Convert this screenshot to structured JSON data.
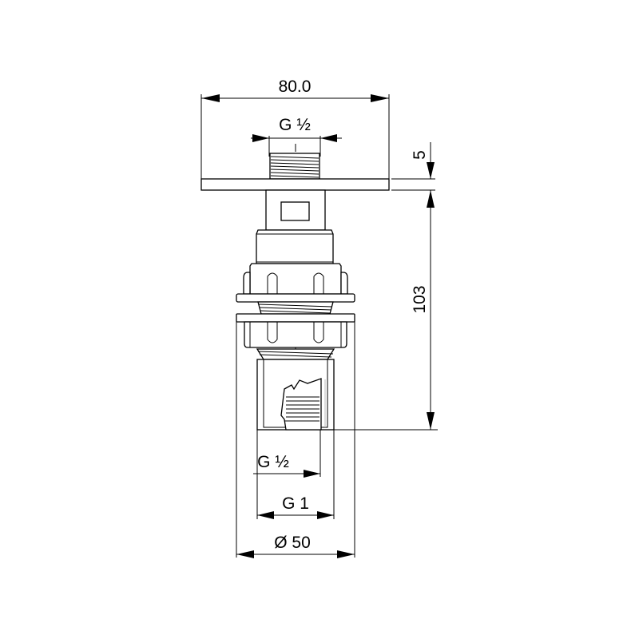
{
  "drawing": {
    "type": "technical-drawing",
    "subject": "valve cartridge / spindle extension, side view",
    "dimensions": {
      "flange_width": "80.0",
      "top_thread": "G ½",
      "flange_thickness": "5",
      "body_height": "103",
      "inner_thread": "G ½",
      "outer_thread": "G 1",
      "nut_diameter": "Ø 50"
    },
    "colors": {
      "line": "#000000",
      "background": "#ffffff"
    }
  }
}
